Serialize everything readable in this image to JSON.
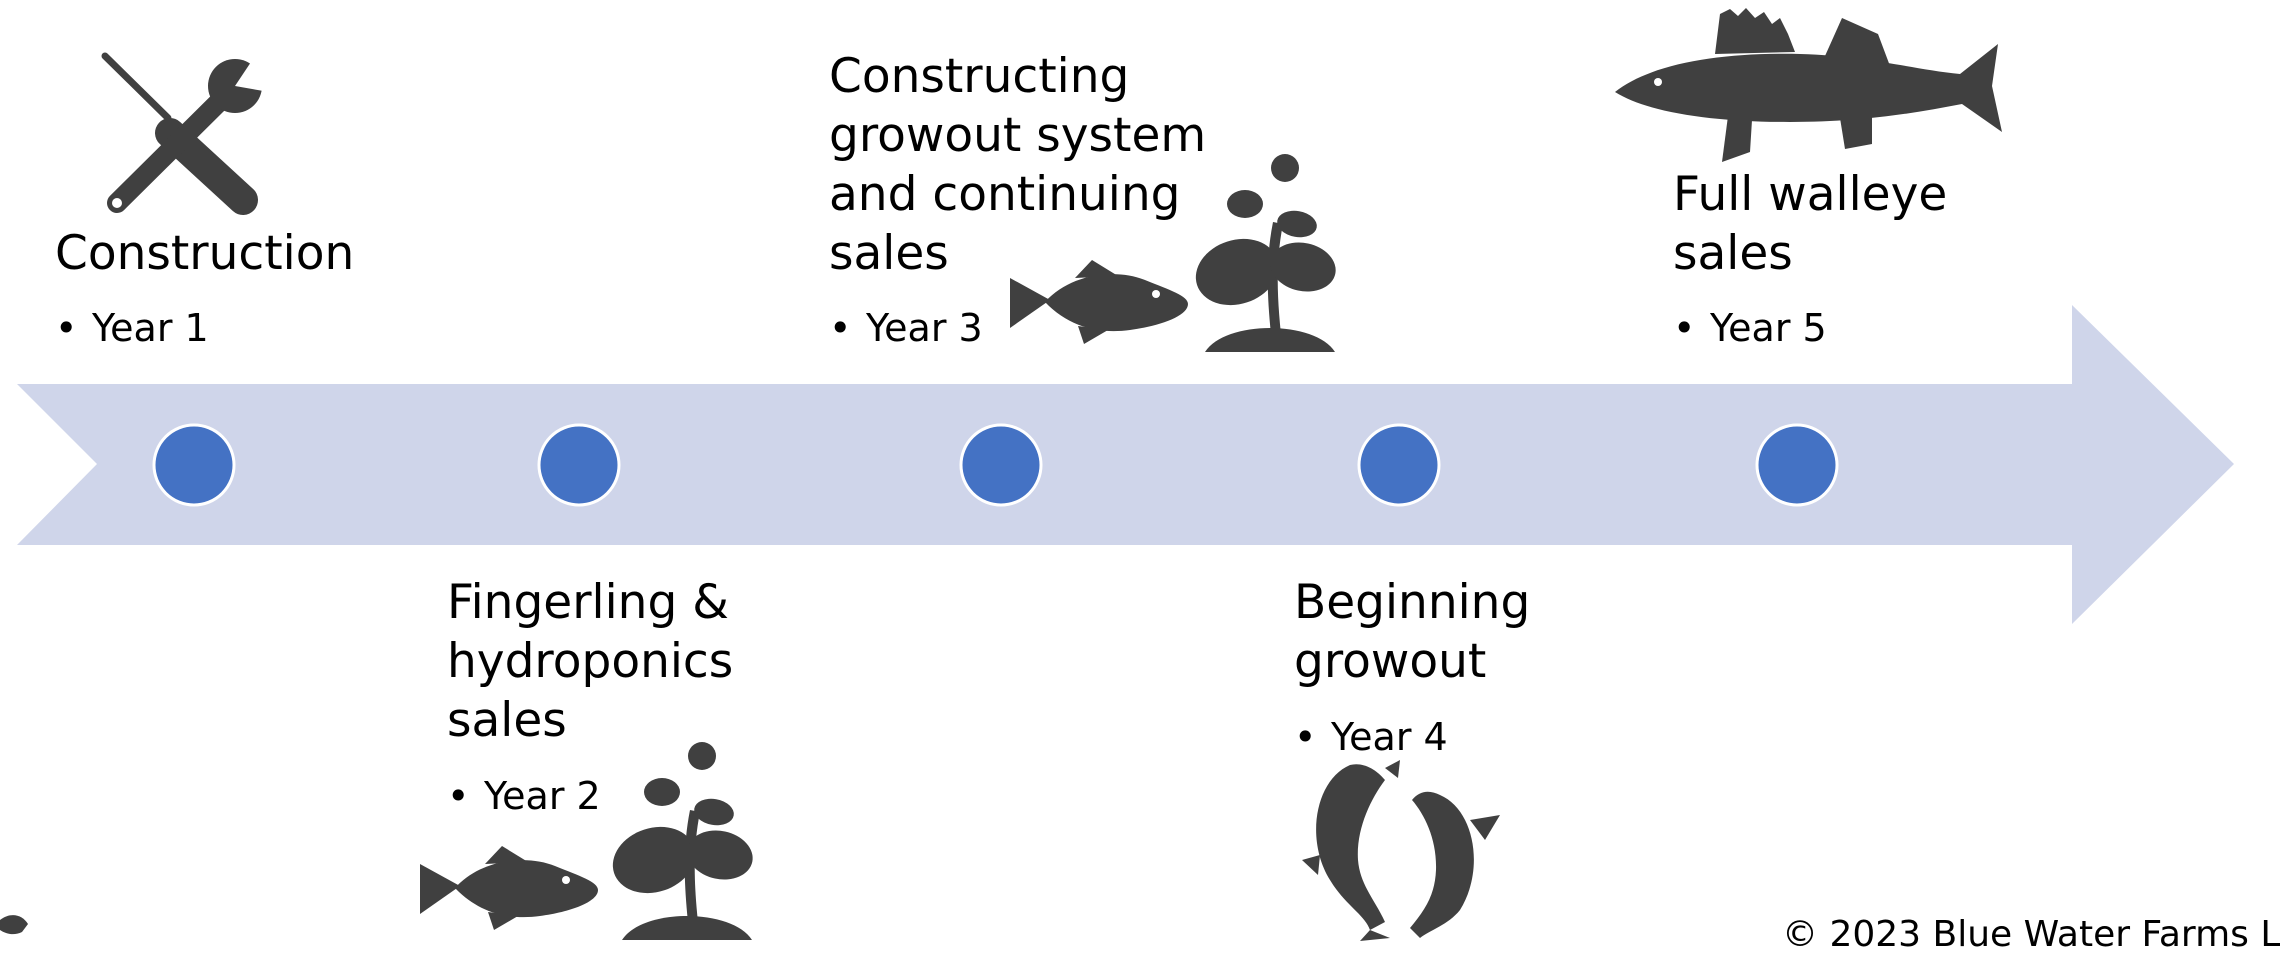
{
  "milestones": [
    {
      "title": "Construction",
      "bullet": "Year 1"
    },
    {
      "title": "Fingerling &\nhydroponics\nsales",
      "bullet": "Year 2"
    },
    {
      "title": "Constructing\ngrowout system\nand continuing\nsales",
      "bullet": "Year 3"
    },
    {
      "title": "Beginning\ngrowout",
      "bullet": "Year 4"
    },
    {
      "title": "Full walleye\nsales",
      "bullet": "Year 5"
    }
  ],
  "footer": {
    "copyright": "© 2023 Blue Water Farms L"
  },
  "colors": {
    "arrow": "#CFD5EA",
    "marker": "#4472C4",
    "marker_border": "#FFFFFF",
    "icon": "#404040"
  },
  "icons": [
    "tools-icon",
    "fish-icon",
    "plant-icon",
    "koi-pair-icon",
    "walleye-icon"
  ]
}
